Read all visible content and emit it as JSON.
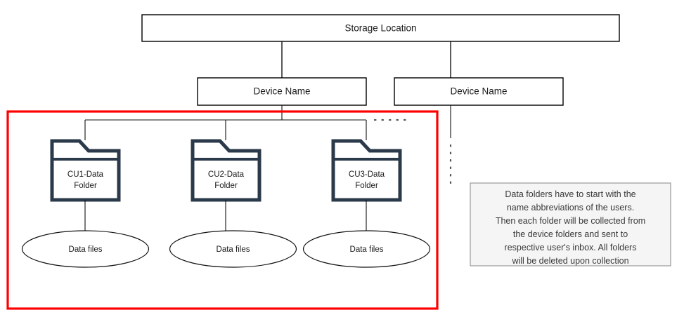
{
  "diagram": {
    "title_node": {
      "label": "Storage Location"
    },
    "devices": [
      {
        "label": "Device Name"
      },
      {
        "label": "Device Name"
      }
    ],
    "folders": [
      {
        "line1": "CU1-Data",
        "line2": "Folder"
      },
      {
        "line1": "CU2-Data",
        "line2": "Folder"
      },
      {
        "line1": "CU3-Data",
        "line2": "Folder"
      }
    ],
    "data_files": [
      {
        "label": "Data files"
      },
      {
        "label": "Data files"
      },
      {
        "label": "Data files"
      }
    ],
    "note": {
      "lines": [
        "Data folders have to start with the",
        "name abbreviations of the users.",
        "Then each folder will be collected from",
        "the device folders and sent to",
        "respective user's inbox. All folders",
        "will be deleted upon collection"
      ]
    },
    "colors": {
      "highlight": "#ff0000",
      "folder_outline": "#2b3a4a",
      "box_outline": "#000000",
      "note_background": "#f5f5f5",
      "note_border": "#9a9a9a",
      "dotted": "#555555"
    }
  }
}
